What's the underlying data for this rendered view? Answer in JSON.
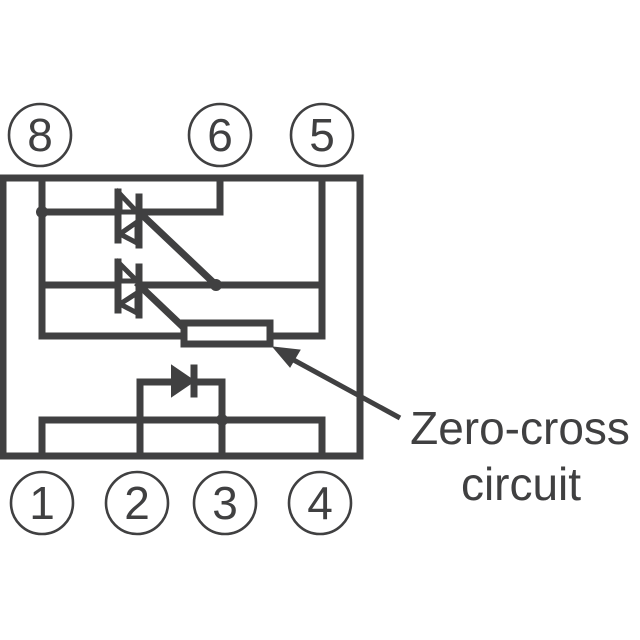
{
  "diagram": {
    "title": "Phototriac coupler with zero-cross circuit pinout",
    "colors": {
      "ink": "#404041",
      "background": "#ffffff"
    },
    "pins_top": [
      {
        "number": "8"
      },
      {
        "number": "6"
      },
      {
        "number": "5"
      }
    ],
    "pins_bottom": [
      {
        "number": "1"
      },
      {
        "number": "2"
      },
      {
        "number": "3"
      },
      {
        "number": "4"
      }
    ],
    "components": [
      {
        "type": "triac",
        "name": "output-triac"
      },
      {
        "type": "triac",
        "name": "driver-triac"
      },
      {
        "type": "zero-cross-circuit",
        "name": "zero-cross-block"
      },
      {
        "type": "led",
        "name": "input-led"
      }
    ],
    "callout": {
      "line1": "Zero-cross",
      "line2": "circuit"
    }
  }
}
